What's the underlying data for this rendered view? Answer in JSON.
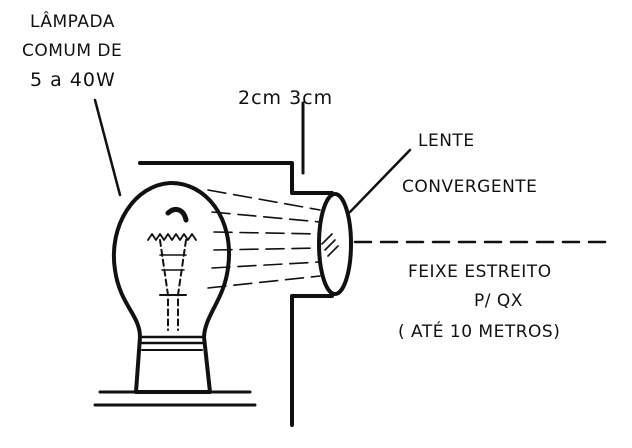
{
  "labels": {
    "lamp_line1": "LÂMPADA",
    "lamp_line2": "COMUM DE",
    "lamp_line3": "5 a 40W",
    "dimensions": "2cm  3cm",
    "lens_line1": "LENTE",
    "lens_line2": "CONVERGENTE",
    "beam_line1": "FEIXE ESTREITO",
    "beam_line2": "P/ QX",
    "beam_line3": "( ATÉ 10 METROS)"
  },
  "colors": {
    "ink": "#111111",
    "background": "#ffffff"
  }
}
